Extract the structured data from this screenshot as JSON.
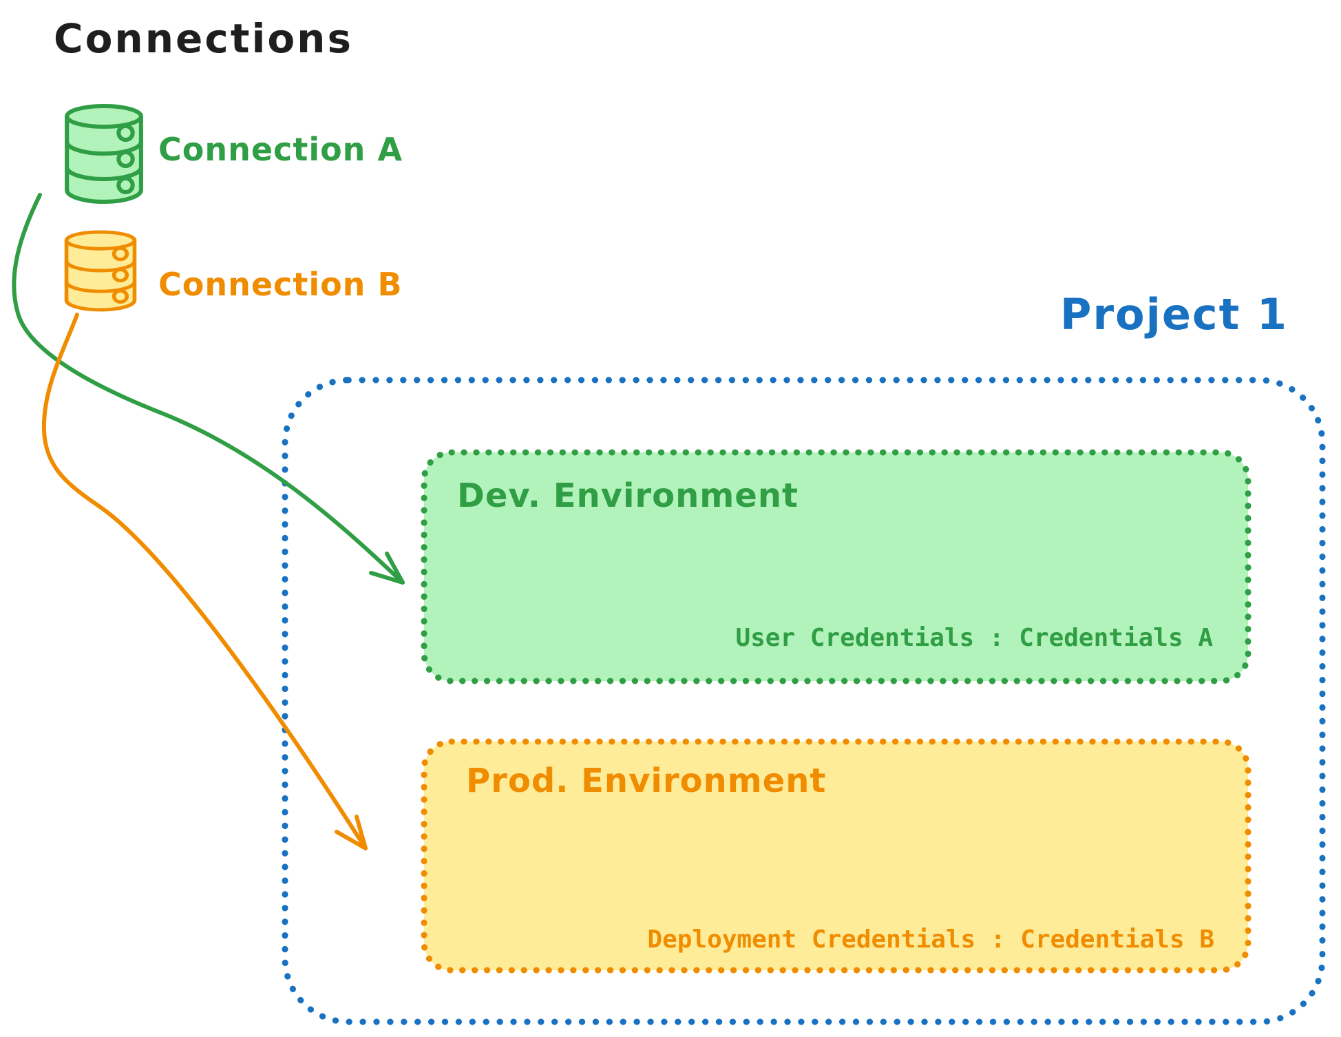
{
  "palette": {
    "black": "#1e1e1e",
    "green": "#2f9e44",
    "green_fill": "#b2f2bb",
    "orange": "#f08c00",
    "orange_fill": "#ffec99",
    "blue": "#1971c2"
  },
  "connections": {
    "title": "Connections",
    "items": [
      {
        "label": "Connection A",
        "color": "#2f9e44",
        "icon": "database-icon"
      },
      {
        "label": "Connection B",
        "color": "#f08c00",
        "icon": "database-icon"
      }
    ]
  },
  "project": {
    "title": "Project 1",
    "environments": [
      {
        "name": "Dev. Environment",
        "credentials_label": "User Credentials : Credentials A",
        "color": "#2f9e44",
        "fill": "#b2f2bb"
      },
      {
        "name": "Prod. Environment",
        "credentials_label": "Deployment Credentials : Credentials B",
        "color": "#f08c00",
        "fill": "#ffec99"
      }
    ]
  },
  "arrows": [
    {
      "from": "Connection A",
      "to": "Dev. Environment",
      "color": "#2f9e44"
    },
    {
      "from": "Connection B",
      "to": "Prod. Environment",
      "color": "#f08c00"
    }
  ]
}
